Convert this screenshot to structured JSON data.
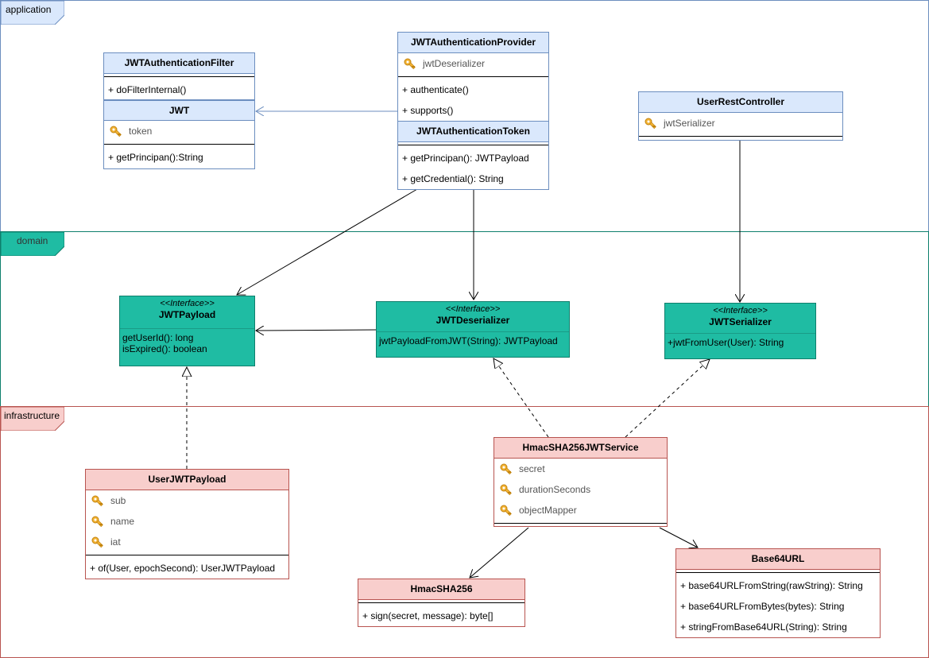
{
  "packages": {
    "application": "application",
    "domain": "domain",
    "infrastructure": "infrastructure"
  },
  "classes": {
    "jwt_auth_filter": {
      "name": "JWTAuthenticationFilter",
      "methods": [
        "+ doFilterInternal()"
      ]
    },
    "jwt": {
      "name": "JWT",
      "attributes": [
        "token"
      ],
      "methods": [
        "+ getPrincipan():String"
      ]
    },
    "jwt_auth_provider": {
      "name": "JWTAuthenticationProvider",
      "attributes": [
        "jwtDeserializer"
      ],
      "methods": [
        "+ authenticate()",
        "+ supports()"
      ]
    },
    "jwt_auth_token": {
      "name": "JWTAuthenticationToken",
      "methods": [
        "+ getPrincipan(): JWTPayload",
        "+ getCredential(): String"
      ]
    },
    "user_rest_controller": {
      "name": "UserRestController",
      "attributes": [
        "jwtSerializer"
      ]
    },
    "user_jwt_payload": {
      "name": "UserJWTPayload",
      "attributes": [
        "sub",
        "name",
        "iat"
      ],
      "methods": [
        "+ of(User, epochSecond): UserJWTPayload"
      ]
    },
    "hmac_jwt_service": {
      "name": "HmacSHA256JWTService",
      "attributes": [
        "secret",
        "durationSeconds",
        "objectMapper"
      ]
    },
    "hmac_sha256": {
      "name": "HmacSHA256",
      "methods": [
        "+ sign(secret, message): byte[]"
      ]
    },
    "base64url": {
      "name": "Base64URL",
      "methods": [
        "+ base64URLFromString(rawString): String",
        "+ base64URLFromBytes(bytes): String",
        "+ stringFromBase64URL(String): String"
      ]
    }
  },
  "interfaces": {
    "jwt_payload": {
      "stereotype": "<<Interface>>",
      "name": "JWTPayload",
      "methods": [
        "getUserId(): long",
        "isExpired(): boolean"
      ]
    },
    "jwt_deserializer": {
      "stereotype": "<<Interface>>",
      "name": "JWTDeserializer",
      "methods": [
        "jwtPayloadFromJWT(String): JWTPayload"
      ]
    },
    "jwt_serializer": {
      "stereotype": "<<Interface>>",
      "name": "JWTSerializer",
      "methods": [
        "+jwtFromUser(User): String"
      ]
    }
  },
  "colors": {
    "application_border": "#6c8ebf",
    "application_fill": "#dae8fc",
    "domain_border": "#0e7f6c",
    "domain_fill": "#1fbca3",
    "infrastructure_border": "#b85450",
    "infrastructure_fill": "#f8cecc"
  },
  "icons": {
    "attribute": "key-icon"
  }
}
